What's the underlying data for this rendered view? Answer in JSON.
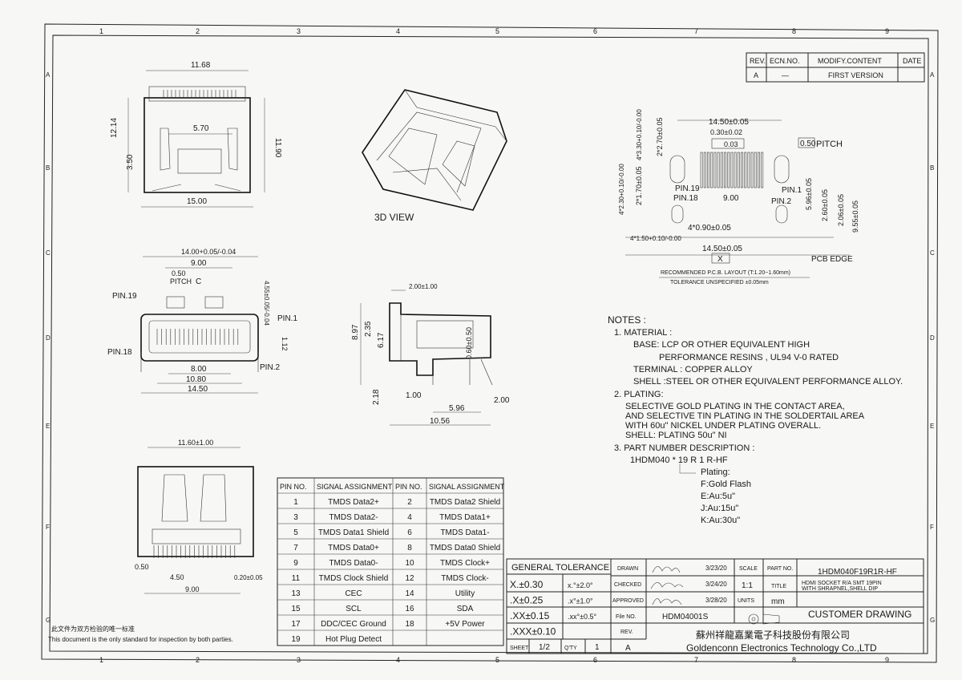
{
  "frame": {
    "cols_top": [
      "1",
      "2",
      "3",
      "4",
      "5",
      "6",
      "7",
      "8",
      "9"
    ],
    "rows": [
      "A",
      "B",
      "C",
      "D",
      "E",
      "F",
      "G"
    ]
  },
  "revision": {
    "headers": [
      "REV.",
      "ECN.NO.",
      "MODIFY.CONTENT",
      "DATE"
    ],
    "rows": [
      {
        "rev": "A",
        "ecn": "—",
        "content": "FIRST VERSION",
        "date": ""
      }
    ]
  },
  "front_view": {
    "dims": [
      "11.68",
      "12.14",
      "11.90",
      "5.70",
      "3.50",
      "15.00"
    ]
  },
  "view_3d": {
    "label": "3D VIEW"
  },
  "pcb_layout": {
    "dims": [
      "14.50±0.05",
      "0.30±0.02",
      "0.03",
      "4*3.30+0.10/-0.00",
      "2*2.70±0.05",
      "4*2.30+0.10/-0.00",
      "2*1.70±0.05",
      "PIN.19",
      "PIN.18",
      "9.00",
      "PIN.1",
      "PIN.2",
      "5.96±0.05",
      "2.60±0.05",
      "2.06±0.05",
      "9.55±0.05",
      "4*0.90±0.05",
      "4*1.50+0.10/-0.00",
      "14.50±0.05",
      "X"
    ],
    "pitch": "0.50",
    "pitch_label": "PITCH",
    "edge_label": "PCB EDGE",
    "caption": "RECOMMENDED   P.C.B.  LAYOUT  (T:1.20~1.60mm)",
    "tolerance": "TOLERANCE  UNSPECIFIED  ±0.05mm"
  },
  "top_view": {
    "dims": [
      "14.00+0.05/-0.04",
      "9.00",
      "0.50",
      "PITCH",
      "4.55±0.05/-0.04",
      "PIN.19",
      "PIN.1",
      "PIN.18",
      "PIN.2",
      "1.12",
      "8.00",
      "10.80",
      "14.50",
      "C"
    ]
  },
  "side_view": {
    "dims": [
      "2.00±1.00",
      "8.97",
      "2.35",
      "6.17",
      "0.60±0.50",
      "2.18",
      "1.00",
      "5.96",
      "2.00",
      "10.56"
    ]
  },
  "bottom_view": {
    "dims": [
      "11.60±1.00",
      "0.50",
      "4.50",
      "0.20±0.05",
      "9.00"
    ]
  },
  "notes": {
    "title": "NOTES :",
    "lines": [
      "1. MATERIAL :",
      "BASE: LCP OR OTHER EQUIVALENT HIGH",
      "PERFORMANCE RESINS , UL94 V-0 RATED",
      "TERMINAL : COPPER ALLOY",
      "SHELL :STEEL OR OTHER EQUIVALENT PERFORMANCE ALLOY.",
      "2. PLATING:",
      "SELECTIVE GOLD PLATING IN THE CONTACT AREA,",
      "AND SELECTIVE TIN PLATING IN THE SOLDERTAIL AREA",
      "WITH 60u\" NICKEL UNDER PLATING OVERALL.",
      "SHELL: PLATING 50u\" NI",
      "3. PART NUMBER DESCRIPTION :",
      "1HDM040 *  19  R 1 R-HF",
      "Plating:",
      "F:Gold Flash",
      "E:Au:5u\"",
      "J:Au:15u\"",
      "K:Au:30u\""
    ]
  },
  "pin_table": {
    "headers": [
      "PIN NO.",
      "SIGNAL ASSIGNMENT",
      "PIN NO.",
      "SIGNAL ASSIGNMENT"
    ],
    "rows": [
      [
        "1",
        "TMDS Data2+",
        "2",
        "TMDS Data2 Shield"
      ],
      [
        "3",
        "TMDS Data2-",
        "4",
        "TMDS Data1+"
      ],
      [
        "5",
        "TMDS Data1 Shield",
        "6",
        "TMDS Data1-"
      ],
      [
        "7",
        "TMDS Data0+",
        "8",
        "TMDS Data0 Shield"
      ],
      [
        "9",
        "TMDS Data0-",
        "10",
        "TMDS Clock+"
      ],
      [
        "11",
        "TMDS Clock Shield",
        "12",
        "TMDS Clock-"
      ],
      [
        "13",
        "CEC",
        "14",
        "Utility"
      ],
      [
        "15",
        "SCL",
        "16",
        "SDA"
      ],
      [
        "17",
        "DDC/CEC Ground",
        "18",
        "+5V Power"
      ],
      [
        "19",
        "Hot Plug Detect",
        "",
        ""
      ]
    ]
  },
  "title_block": {
    "general_tolerance": "GENERAL  TOLERANCE",
    "tol_rows": [
      [
        "X.±0.30",
        "x.°±2.0°"
      ],
      [
        ".X±0.25",
        ".x°±1.0°"
      ],
      [
        ".XX±0.15",
        ".xx°±0.5°"
      ],
      [
        ".XXX±0.10",
        ""
      ]
    ],
    "drawn": "DRAWN",
    "checked": "CHECKED",
    "approved": "APPROVED",
    "file_no_label": "File NO.",
    "rev_label": "REV.",
    "rev_value": "A",
    "file_no": "HDM04001S",
    "scale_label": "SCALE",
    "scale": "1:1",
    "part_no_label": "PART NO.",
    "part_no": "1HDM040F19R1R-HF",
    "title_label": "TITLE",
    "title_line1": "HDMI SOCKET R/A SMT 19PIN",
    "title_line2": "WITH SHRAPNEL,SHELL DIP",
    "units_label": "UNITS",
    "units": "mm",
    "customer_drawing": "CUSTOMER  DRAWING",
    "sheet_label": "SHEET",
    "sheet": "1/2",
    "qty_label": "Q'TY",
    "qty": "1",
    "company_cn": "蘇州祥龍嘉業電子科技股份有限公司",
    "company_en": "Goldenconn  Electronics  Technology  Co.,LTD",
    "dates": [
      "3/23/20",
      "3/24/20",
      "3/28/20"
    ]
  },
  "footer": {
    "cn": "此文件为双方检验的唯一标准",
    "en": "This document is the only standard for inspection by both parties."
  }
}
